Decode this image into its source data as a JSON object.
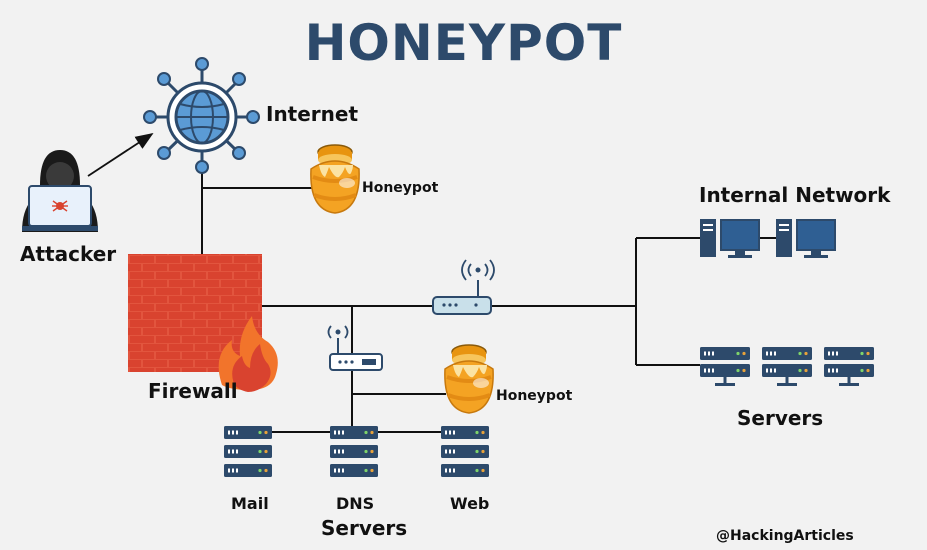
{
  "title": "HONEYPOT",
  "nodes": {
    "internet": "Internet",
    "attacker": "Attacker",
    "honeypot_top": "Honeypot",
    "firewall": "Firewall",
    "internal_network": "Internal Network",
    "servers_right": "Servers",
    "honeypot_bottom": "Honeypot",
    "mail": "Mail",
    "dns": "DNS",
    "web": "Web",
    "servers_bottom": "Servers"
  },
  "credit": "@HackingArticles",
  "colors": {
    "title": "#2d4a6b",
    "globe": "#5b9bd5",
    "icon_dark": "#2d4a6b",
    "brick": "#d9432f",
    "honey": "#f4a323"
  }
}
